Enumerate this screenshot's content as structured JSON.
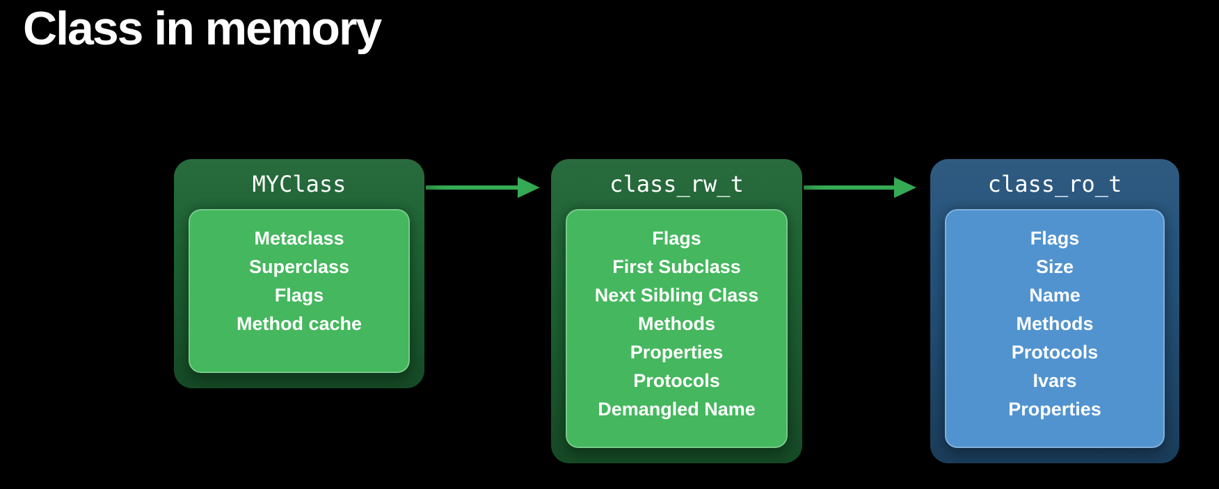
{
  "page": {
    "title": "Class in memory"
  },
  "colors": {
    "background": "#000000",
    "text": "#ffffff",
    "green_outer": "#1d6333",
    "green_inner": "#45b75e",
    "blue_outer": "#24527a",
    "blue_inner": "#5193cf",
    "arrow": "#36ab55"
  },
  "diagram": {
    "nodes": [
      {
        "title": "MYClass",
        "theme": "green",
        "rows": [
          "Metaclass",
          "Superclass",
          "Flags",
          "Method cache"
        ]
      },
      {
        "title": "class_rw_t",
        "theme": "green",
        "rows": [
          "Flags",
          "First Subclass",
          "Next Sibling Class",
          "Methods",
          "Properties",
          "Protocols",
          "Demangled Name"
        ]
      },
      {
        "title": "class_ro_t",
        "theme": "blue",
        "rows": [
          "Flags",
          "Size",
          "Name",
          "Methods",
          "Protocols",
          "Ivars",
          "Properties"
        ]
      }
    ],
    "connectors": [
      {
        "from": "MYClass",
        "to": "class_rw_t"
      },
      {
        "from": "class_rw_t",
        "to": "class_ro_t"
      }
    ]
  }
}
